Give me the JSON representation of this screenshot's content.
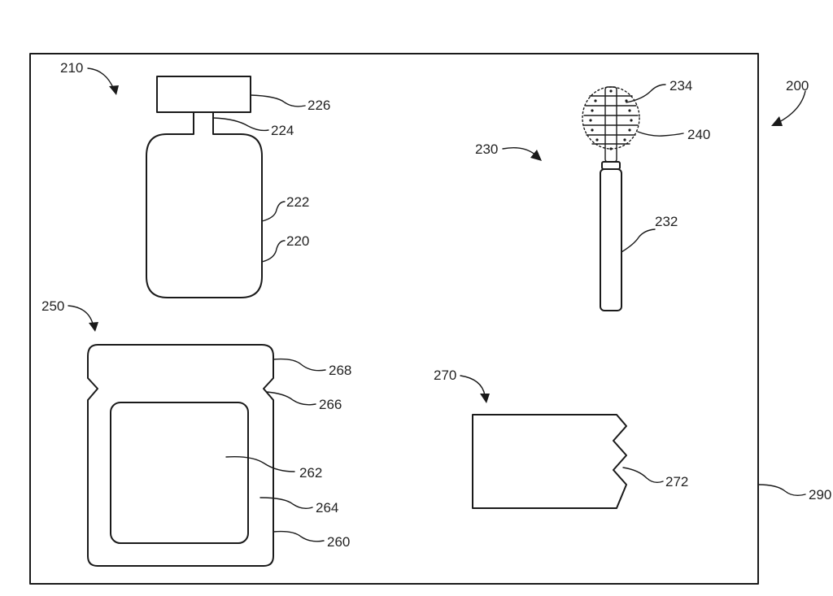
{
  "figure": {
    "labels": {
      "kit": "200",
      "bottle_group": "210",
      "bottle_body": "220",
      "bottle_wall": "222",
      "bottle_neck": "224",
      "bottle_cap": "226",
      "applicator_group": "230",
      "applicator_handle": "232",
      "applicator_head": "234",
      "bristle_region": "240",
      "pouch_group": "250",
      "pouch_outer": "260",
      "pouch_window": "262",
      "pouch_border": "264",
      "pouch_tear_notch": "266",
      "pouch_top_seal": "268",
      "card_group": "270",
      "card_notches": "272",
      "enclosure": "290"
    }
  }
}
